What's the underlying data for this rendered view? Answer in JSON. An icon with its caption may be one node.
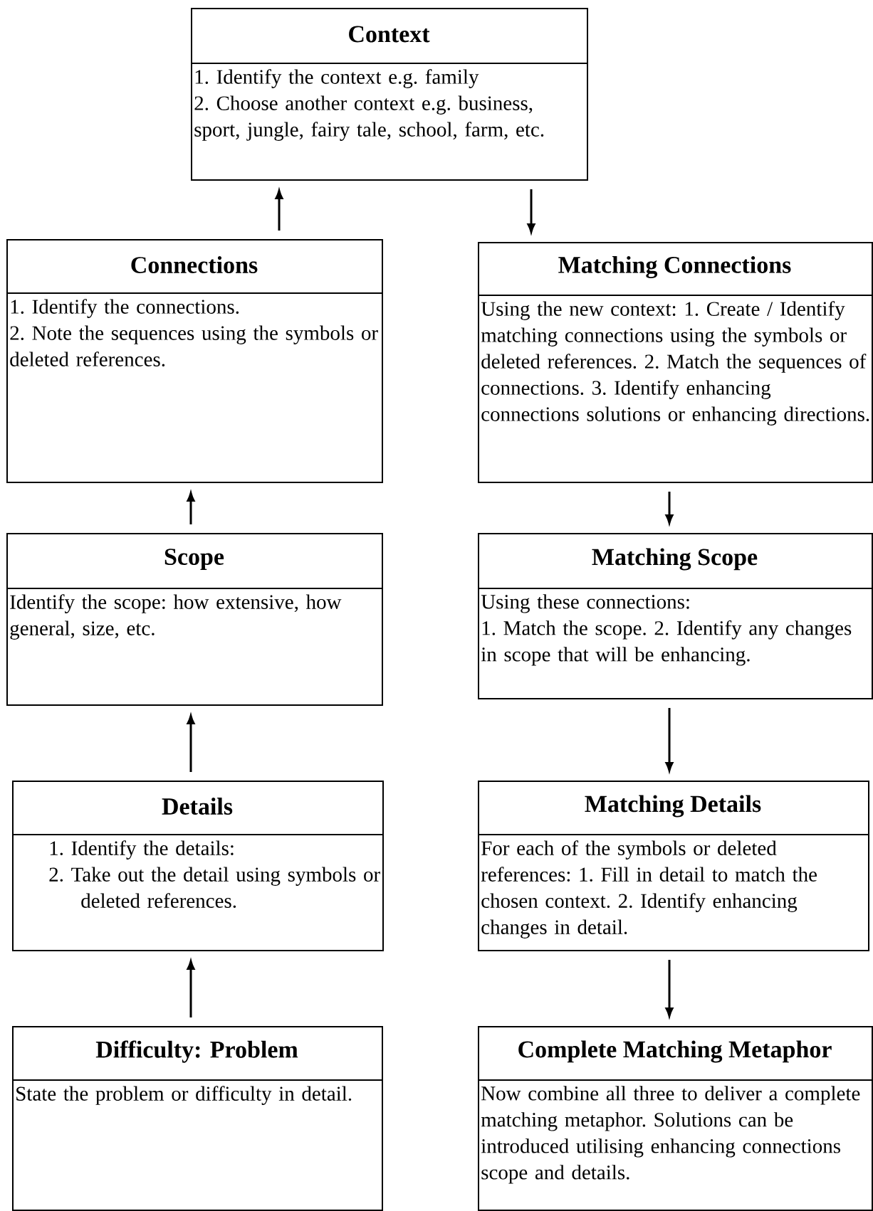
{
  "diagram": {
    "nodes": [
      {
        "text": [
          "Context",
          "1. Identify the context e.g. family",
          "2. Choose another context e.g. business, sport, jungle, fairy tale, school, farm, etc."
        ]
      },
      {
        "text": [
          "Connections",
          "1. Identify the connections.",
          "2. Note the sequences using the symbols or deleted references."
        ]
      },
      {
        "text": [
          "Matching Connections",
          "Using the new context: 1. Create / Identify matching connections using the symbols or deleted references. 2. Match the sequences of connections. 3. Identify enhancing connections solutions or enhancing directions."
        ]
      },
      {
        "text": [
          "Scope",
          "Identify the scope: how extensive, how general, size, etc."
        ]
      },
      {
        "text": [
          "Matching Scope",
          "Using these connections:",
          "1. Match the scope. 2. Identify any changes in scope that will be enhancing."
        ]
      },
      {
        "text": [
          "Details",
          "1. Identify the details:",
          "2. Take out the detail using symbols or deleted references."
        ]
      },
      {
        "text": [
          "Matching Details",
          "For each of the symbols or deleted references: 1. Fill in detail to match the chosen context. 2. Identify enhancing changes in detail."
        ]
      },
      {
        "text": [
          "Difficulty: Problem",
          "State the problem or difficulty in detail."
        ]
      },
      {
        "text": [
          "Complete Matching Metaphor",
          "Now combine all three to deliver a complete matching metaphor. Solutions can be introduced utilising enhancing connections scope and details."
        ]
      }
    ],
    "edges": [
      {
        "from": 1,
        "to": 0,
        "arrow": "to"
      },
      {
        "from": 0,
        "to": 2,
        "arrow": "to"
      },
      {
        "from": 3,
        "to": 1,
        "arrow": "to"
      },
      {
        "from": 2,
        "to": 4,
        "arrow": "to"
      },
      {
        "from": 5,
        "to": 3,
        "arrow": "to"
      },
      {
        "from": 4,
        "to": 6,
        "arrow": "to"
      },
      {
        "from": 7,
        "to": 5,
        "arrow": "to"
      },
      {
        "from": 6,
        "to": 8,
        "arrow": "to"
      }
    ]
  }
}
